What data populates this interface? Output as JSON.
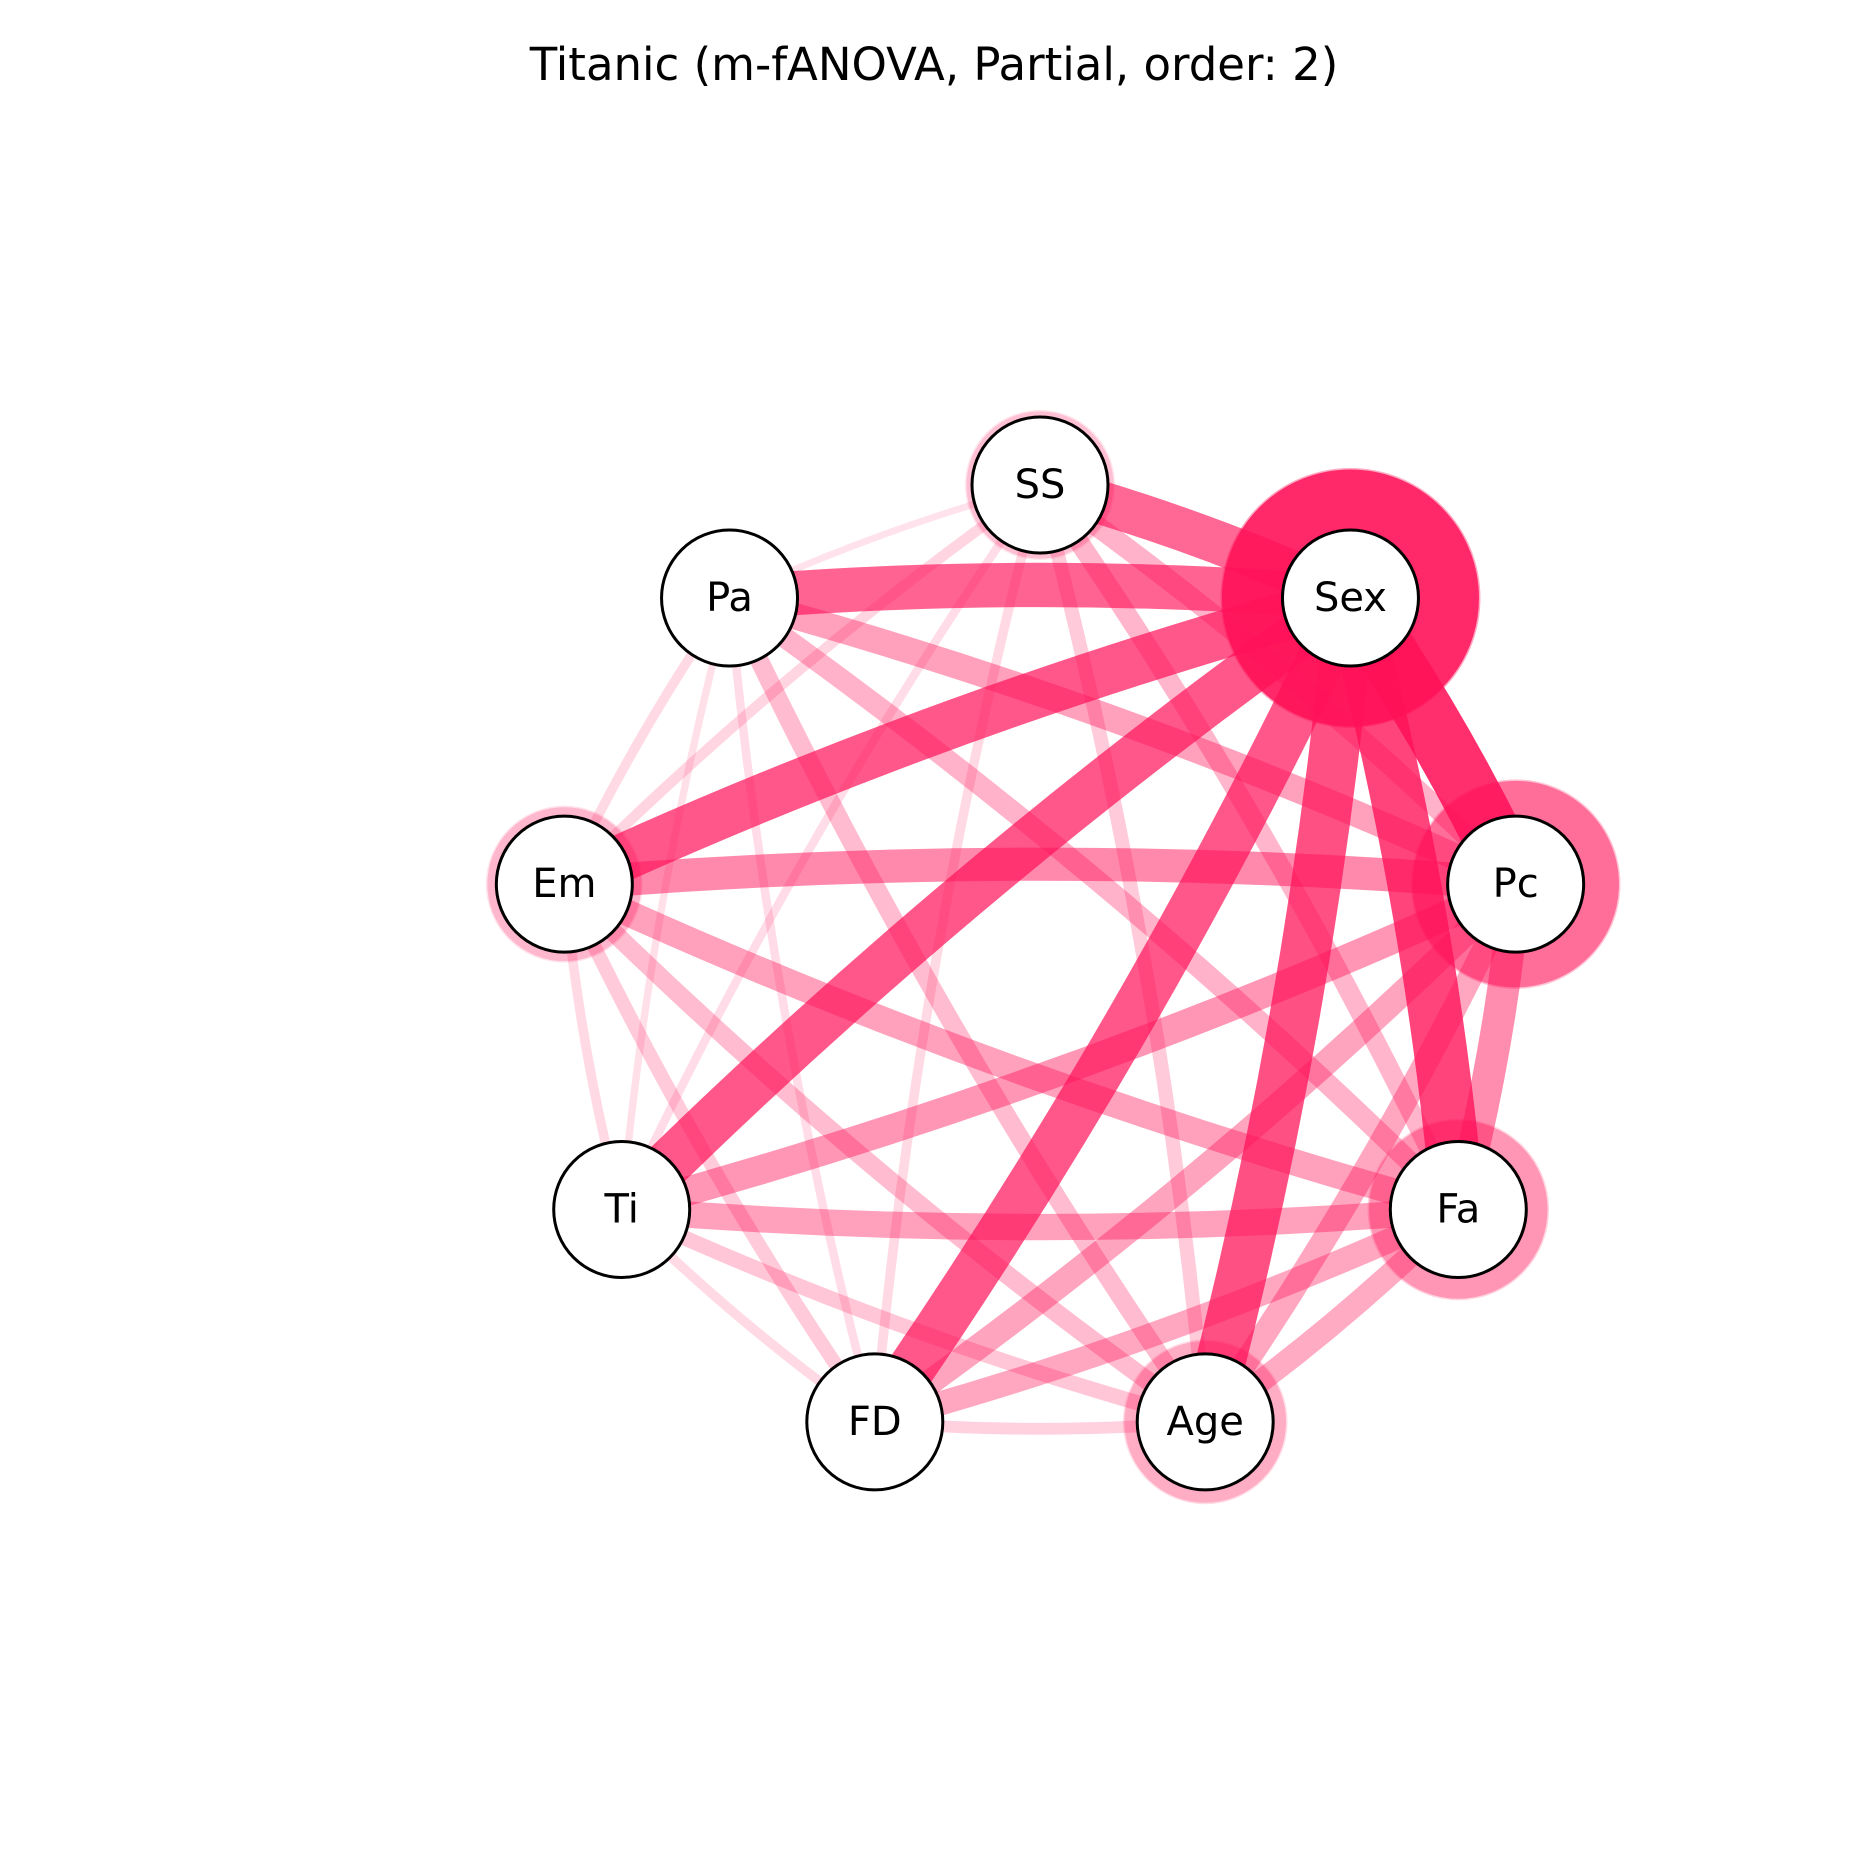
{
  "title": "Titanic (m-fANOVA, Partial, order: 2)",
  "colors": {
    "edge": "#ff1158",
    "node_fill": "#ffffff",
    "node_stroke": "#000000",
    "halo": "#ff1158"
  },
  "nodes": [
    {
      "id": "SS",
      "label": "SS",
      "main_effect": 0.02
    },
    {
      "id": "Sex",
      "label": "Sex",
      "main_effect": 1.0
    },
    {
      "id": "Pc",
      "label": "Pc",
      "main_effect": 0.55
    },
    {
      "id": "Fa",
      "label": "Fa",
      "main_effect": 0.3
    },
    {
      "id": "Age",
      "label": "Age",
      "main_effect": 0.15
    },
    {
      "id": "FD",
      "label": "FD",
      "main_effect": 0.0
    },
    {
      "id": "Ti",
      "label": "Ti",
      "main_effect": 0.0
    },
    {
      "id": "Em",
      "label": "Em",
      "main_effect": 0.08
    },
    {
      "id": "Pa",
      "label": "Pa",
      "main_effect": 0.0
    }
  ],
  "edges": [
    {
      "source": "Sex",
      "target": "Pc",
      "weight": 1.0
    },
    {
      "source": "Sex",
      "target": "Fa",
      "weight": 0.88
    },
    {
      "source": "Sex",
      "target": "Age",
      "weight": 0.82
    },
    {
      "source": "Sex",
      "target": "FD",
      "weight": 0.78
    },
    {
      "source": "Sex",
      "target": "Ti",
      "weight": 0.78
    },
    {
      "source": "Sex",
      "target": "Em",
      "weight": 0.78
    },
    {
      "source": "Sex",
      "target": "Pa",
      "weight": 0.72
    },
    {
      "source": "Sex",
      "target": "SS",
      "weight": 0.7
    },
    {
      "source": "Em",
      "target": "Pc",
      "weight": 0.52
    },
    {
      "source": "Pc",
      "target": "Fa",
      "weight": 0.5
    },
    {
      "source": "Pc",
      "target": "Ti",
      "weight": 0.45
    },
    {
      "source": "Pa",
      "target": "Pc",
      "weight": 0.4
    },
    {
      "source": "Pc",
      "target": "FD",
      "weight": 0.38
    },
    {
      "source": "Pc",
      "target": "Age",
      "weight": 0.36
    },
    {
      "source": "SS",
      "target": "Pc",
      "weight": 0.3
    },
    {
      "source": "Em",
      "target": "Fa",
      "weight": 0.4
    },
    {
      "source": "Ti",
      "target": "Fa",
      "weight": 0.4
    },
    {
      "source": "FD",
      "target": "Fa",
      "weight": 0.36
    },
    {
      "source": "Age",
      "target": "Fa",
      "weight": 0.34
    },
    {
      "source": "Pa",
      "target": "Fa",
      "weight": 0.3
    },
    {
      "source": "SS",
      "target": "Fa",
      "weight": 0.28
    },
    {
      "source": "Pa",
      "target": "Age",
      "weight": 0.26
    },
    {
      "source": "Em",
      "target": "Age",
      "weight": 0.26
    },
    {
      "source": "Ti",
      "target": "Age",
      "weight": 0.2
    },
    {
      "source": "SS",
      "target": "Age",
      "weight": 0.18
    },
    {
      "source": "FD",
      "target": "Age",
      "weight": 0.14
    },
    {
      "source": "Em",
      "target": "FD",
      "weight": 0.18
    },
    {
      "source": "Ti",
      "target": "FD",
      "weight": 0.1
    },
    {
      "source": "Pa",
      "target": "FD",
      "weight": 0.08
    },
    {
      "source": "SS",
      "target": "FD",
      "weight": 0.1
    },
    {
      "source": "SS",
      "target": "Em",
      "weight": 0.12
    },
    {
      "source": "SS",
      "target": "Ti",
      "weight": 0.08
    },
    {
      "source": "SS",
      "target": "Pa",
      "weight": 0.05
    },
    {
      "source": "Pa",
      "target": "Em",
      "weight": 0.1
    },
    {
      "source": "Pa",
      "target": "Ti",
      "weight": 0.06
    },
    {
      "source": "Em",
      "target": "Ti",
      "weight": 0.1
    }
  ]
}
